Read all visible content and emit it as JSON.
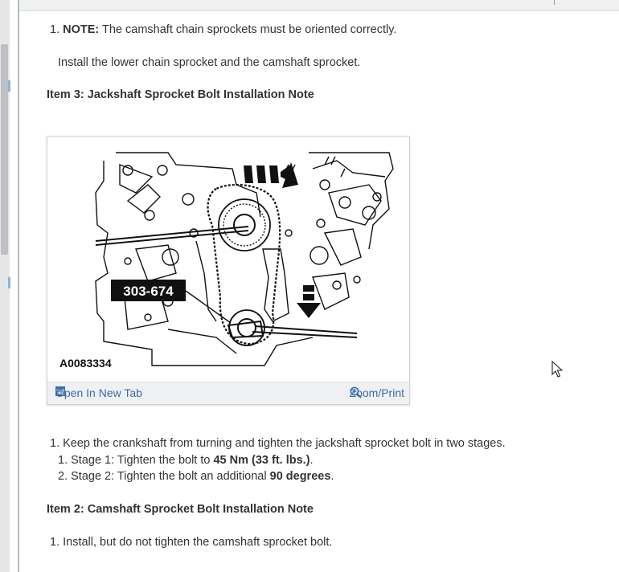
{
  "steps_top": {
    "s1_number": "1.",
    "s1_note_label": "NOTE:",
    "s1_note_text": " The camshaft chain sprockets must be oriented correctly.",
    "s1_install": "Install the lower chain sprocket and the camshaft sprocket."
  },
  "item3": {
    "heading": "Item 3: Jackshaft Sprocket Bolt Installation Note"
  },
  "figure": {
    "tool_label": "303-674",
    "caption": "A0083334",
    "open_tab_label": "Open In New Tab",
    "zoom_label": "Zoom/Print",
    "open_icon": "open-in-new-tab-icon",
    "zoom_icon": "zoom-in-icon"
  },
  "steps_mid": {
    "s1_number": "1.",
    "s1_text": "Keep the crankshaft from turning and tighten the jackshaft sprocket bolt in two stages.",
    "sub1_number": "1.",
    "sub1_pre": "Stage 1: Tighten the bolt to ",
    "sub1_bold": "45 Nm (33 ft. lbs.)",
    "sub1_post": ".",
    "sub2_number": "2.",
    "sub2_pre": "Stage 2: Tighten the bolt an additional ",
    "sub2_bold": "90 degrees",
    "sub2_post": "."
  },
  "item2": {
    "heading": "Item 2: Camshaft Sprocket Bolt Installation Note",
    "s1_number": "1.",
    "s1_text": "Install, but do not tighten the camshaft sprocket bolt."
  },
  "colors": {
    "link": "#3b6ea5",
    "text": "#333333",
    "toolbar_bg": "#eef0f2"
  },
  "icons": [
    "mouse-cursor-icon"
  ]
}
